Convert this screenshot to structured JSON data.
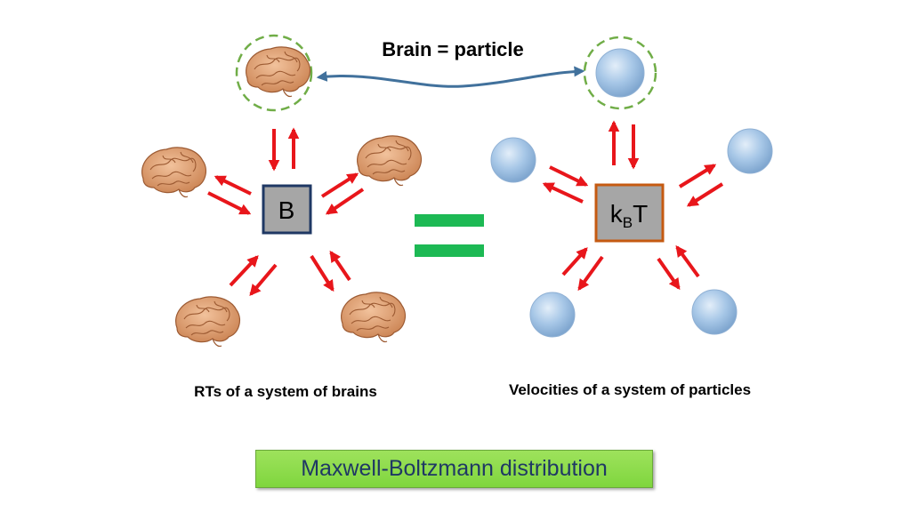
{
  "title": "Brain = particle",
  "left": {
    "center_label": "B",
    "caption": "RTs of a system of brains"
  },
  "right": {
    "center_label_k": "k",
    "center_label_sub": "B",
    "center_label_t": "T",
    "caption": "Velocities of a system of particles"
  },
  "equals_color": "#1db954",
  "arrow_color": "#e8161b",
  "footer": "Maxwell-Boltzmann distribution",
  "colors": {
    "box_fill": "#a6a6a6",
    "left_box_border": "#1f3864",
    "right_box_border": "#c55a11",
    "dashed_circle": "#70ad47",
    "link_arrow": "#41719c",
    "particle": "#9dc3e6",
    "brain": "#d99a6c"
  }
}
